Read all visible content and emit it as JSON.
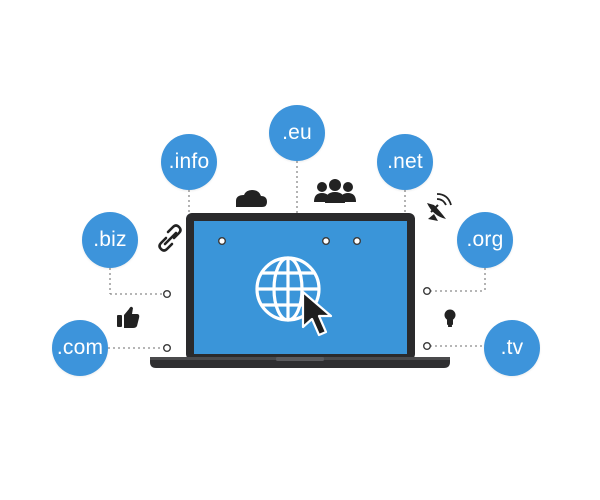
{
  "colors": {
    "accent_blue": "#3d94db",
    "screen_blue": "#3a95d9",
    "laptop_dark": "#2a2a2c",
    "icon_dark": "#222222",
    "connector_gray": "#8a8a8a"
  },
  "domains": [
    {
      "id": "info",
      "label": ".info"
    },
    {
      "id": "eu",
      "label": ".eu"
    },
    {
      "id": "net",
      "label": ".net"
    },
    {
      "id": "biz",
      "label": ".biz"
    },
    {
      "id": "org",
      "label": ".org"
    },
    {
      "id": "com",
      "label": ".com"
    },
    {
      "id": "tv",
      "label": ".tv"
    }
  ],
  "icons": [
    "cloud-icon",
    "users-icon",
    "link-icon",
    "satellite-dish-icon",
    "thumbs-up-icon",
    "lightbulb-icon",
    "globe-icon",
    "cursor-icon"
  ]
}
